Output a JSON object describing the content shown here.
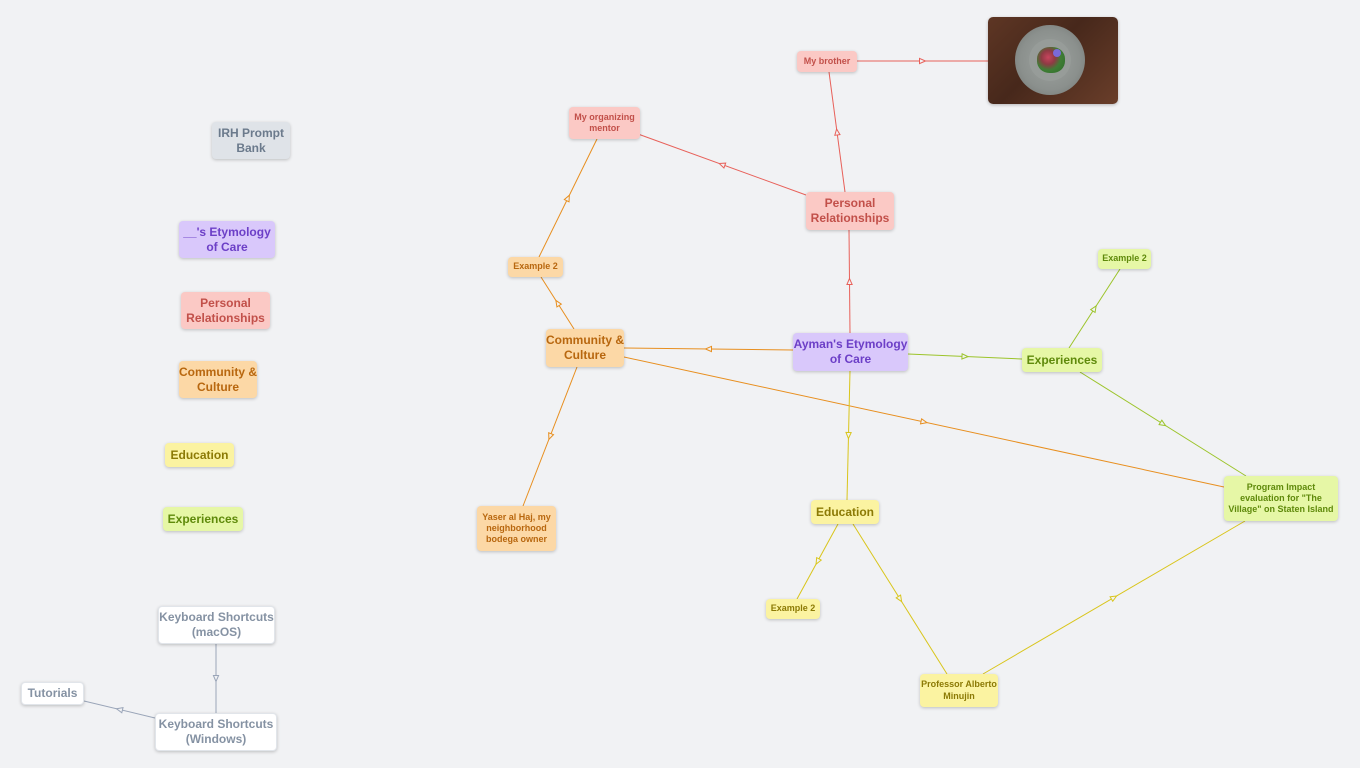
{
  "legend": {
    "prompt_bank": "IRH Prompt Bank",
    "etymology": "__'s Etymology of Care",
    "personal": "Personal Relationships",
    "community": "Community & Culture",
    "education": "Education",
    "experiences": "Experiences"
  },
  "shortcuts": {
    "mac": "Keyboard Shortcuts (macOS)",
    "windows": "Keyboard Shortcuts (Windows)",
    "tutorials": "Tutorials"
  },
  "map": {
    "center": "Ayman's Etymology of Care",
    "personal": "Personal Relationships",
    "brother": "My brother",
    "mentor": "My organizing mentor",
    "community": "Community & Culture",
    "community_example": "Example 2",
    "yaser": "Yaser al Haj, my neighborhood bodega owner",
    "experiences": "Experiences",
    "experiences_example": "Example 2",
    "program": "Program Impact evaluation for \"The Village\" on Staten Island",
    "education": "Education",
    "education_example": "Example 2",
    "professor": "Professor Alberto Minujin"
  },
  "colors": {
    "background": "#f1f2f4",
    "purple": "#d9c8fb",
    "pink": "#fbc9c5",
    "orange": "#fcd8a6",
    "yellow": "#fbf3a1",
    "green": "#e6f7a6",
    "line_red": "#e8615a",
    "line_orange": "#e88f1f",
    "line_green": "#9cc42a",
    "line_yellow": "#d9c51a",
    "line_gray": "#9aa5b8"
  }
}
